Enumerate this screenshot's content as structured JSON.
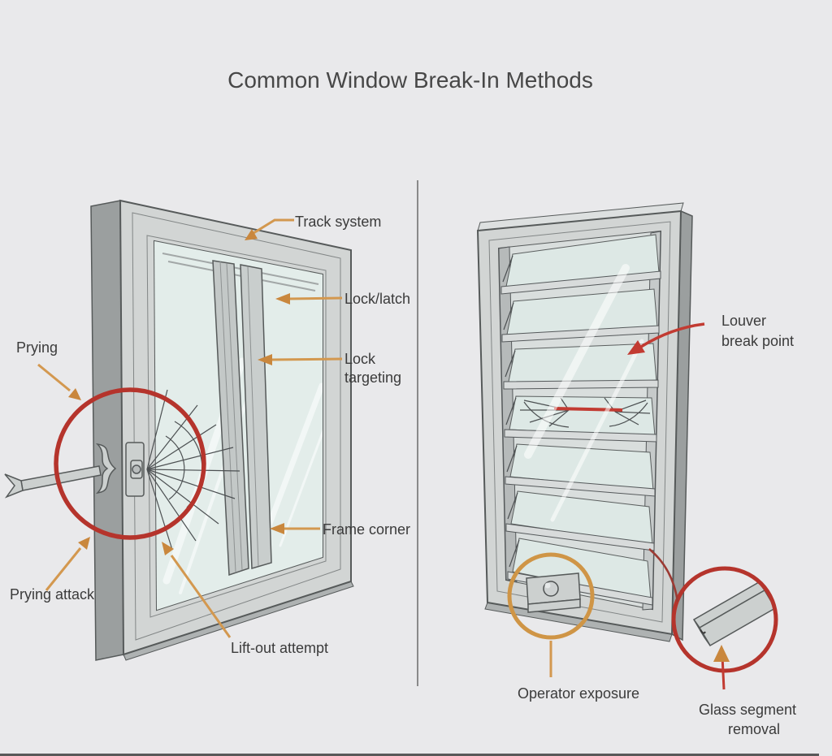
{
  "title": "Common Window Break-In Methods",
  "colors": {
    "bg": "#e9e9eb",
    "title_text": "#474747",
    "label_text": "#3b3b3b",
    "divider": "#8a8a8a",
    "frame": "#d2d5d4",
    "frame_side": "#9b9f9f",
    "outline": "#565a5a",
    "glass": "#e3edea",
    "glass_louver": "#dde8e5",
    "orange": "#d3984f",
    "orange_dark": "#c9873d",
    "red": "#b5342c",
    "red_bright": "#c23b32",
    "dark_red": "#9c3a33"
  },
  "figures": {
    "left": {
      "name": "sliding-window",
      "labels": {
        "track_system": "Track system",
        "lock_latch": "Lock/latch",
        "lock_targeting_line1": "Lock",
        "lock_targeting_line2": "targeting",
        "prying": "Prying",
        "prying_attack": "Prying attack",
        "frame_corner": "Frame corner",
        "lift_out": "Lift-out attempt"
      }
    },
    "right": {
      "name": "louver-window",
      "labels": {
        "louver_break_line1": "Louver",
        "louver_break_line2": "break point",
        "operator_exposure": "Operator exposure",
        "glass_segment_line1": "Glass segment",
        "glass_segment_line2": "removal"
      }
    }
  }
}
